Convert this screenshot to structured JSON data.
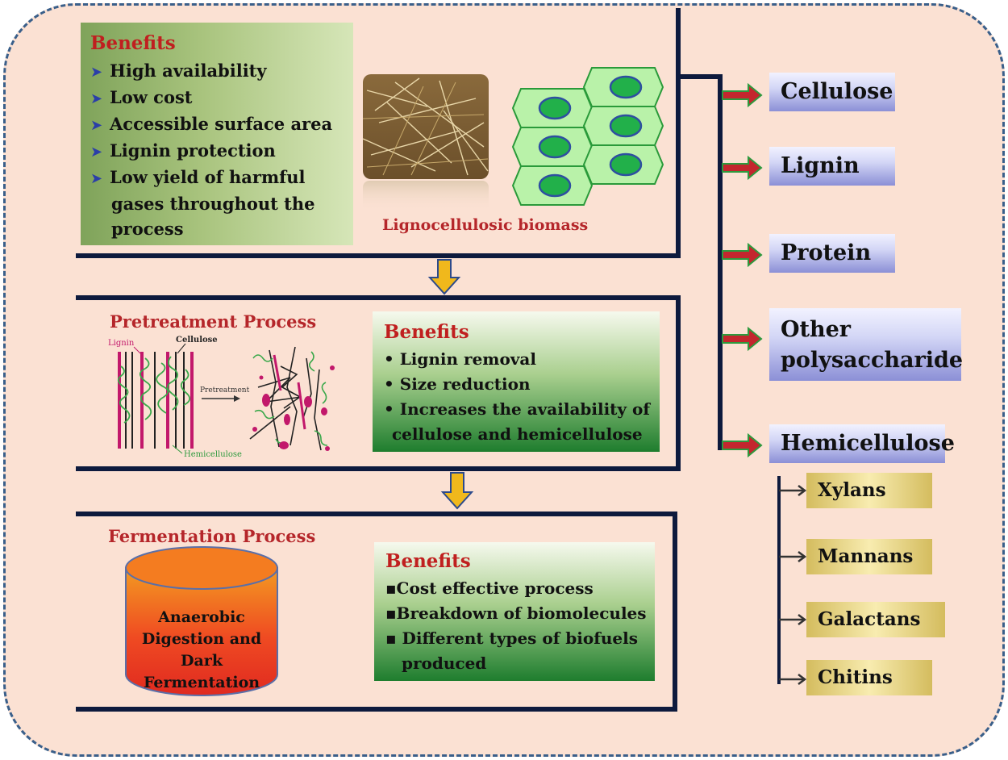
{
  "top": {
    "benefits_title": "Benefits",
    "benefits": [
      "High availability",
      "Low cost",
      "Accessible surface area",
      "Lignin protection",
      "Low yield of harmful"
    ],
    "benefits_cont": [
      "gases throughout the",
      "process"
    ],
    "biomass_label": "Lignocellulosic biomass"
  },
  "pretreatment": {
    "title": "Pretreatment Process",
    "figure_labels": {
      "lignin": "Lignin",
      "cellulose": "Cellulose",
      "arrow": "Pretreatment",
      "hemicellulose": "Hemicellulose"
    },
    "benefits_title": "Benefits",
    "benefits": [
      "• Lignin removal",
      "• Size reduction",
      "• Increases the availability of",
      "cellulose and hemicellulose"
    ]
  },
  "fermentation": {
    "title": "Fermentation Process",
    "cylinder_lines": [
      "Anaerobic",
      "Digestion and",
      "Dark",
      "Fermentation"
    ],
    "benefits_title": "Benefits",
    "benefits": [
      "▪Cost effective process",
      "▪Breakdown of biomolecules",
      "▪ Different types of biofuels",
      "produced"
    ]
  },
  "components": [
    "Cellulose",
    "Lignin",
    "Protein",
    "Other",
    "polysaccharide",
    "Hemicellulose"
  ],
  "hemicellulose_types": [
    "Xylans",
    "Mannans",
    "Galactans",
    "Chitins"
  ],
  "colors": {
    "navy_line": "#0d1a3d",
    "red_arrow": "#c4262e",
    "gold_arrow": "#f0b81c",
    "title_red": "#c01f1f"
  }
}
